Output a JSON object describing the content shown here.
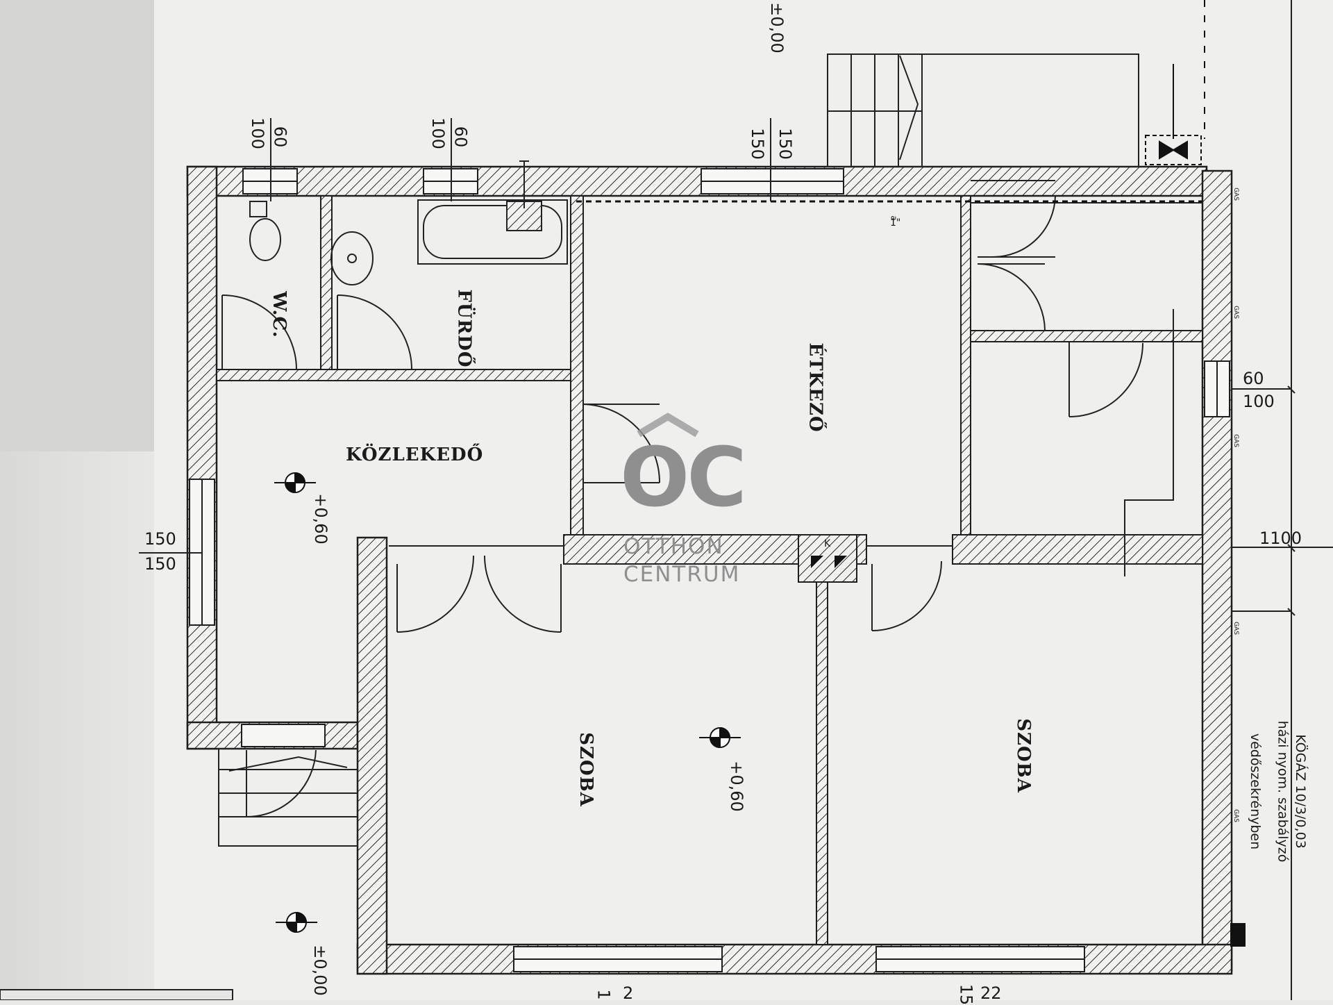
{
  "rooms": {
    "wc": "W.C.",
    "furdo": "FÜRDŐ",
    "etkezo": "ÉTKEZŐ",
    "kozlekedo": "KÖZLEKEDŐ",
    "szoba1": "SZOBA",
    "szoba2": "SZOBA"
  },
  "levels": {
    "top": "±0,00",
    "kozlekedo": "+0,60",
    "szoba": "+0,60",
    "bottom": "±0,00"
  },
  "dimensions": {
    "wc_window_top": "60",
    "wc_window_bottom": "100",
    "furdo_window_top": "60",
    "furdo_window_bottom": "100",
    "etkezo_window_top": "150",
    "etkezo_window_bottom": "150",
    "left_window_top": "150",
    "left_window_bottom": "150",
    "right_window_top": "60",
    "right_window_bottom": "100",
    "overall": "1100",
    "bottom_left_partial": "2",
    "bottom_left_partial2": "1",
    "bottom_right_partial": "22",
    "bottom_right_partial2": "15"
  },
  "gas_note": {
    "line1": "KÖGÁZ 10/3/0,03",
    "line2": "házi nyom. szabályzó",
    "line3": "védőszekrényben"
  },
  "gas_label": "GAS",
  "chimney_label": "K",
  "fraction_top": "1\"",
  "fraction_bottom": "a",
  "watermark": {
    "logo": "OC",
    "line1": "OTTHON",
    "line2": "CENTRUM"
  }
}
